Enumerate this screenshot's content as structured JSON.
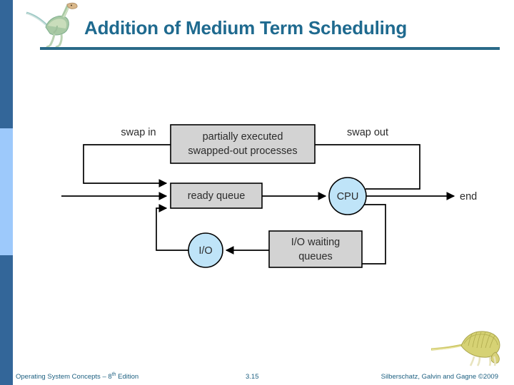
{
  "slide": {
    "title": "Addition of Medium Term Scheduling",
    "accent_color": "#1f6a8f",
    "rail_dark_color": "#336699",
    "rail_light_color": "#9dc9fb"
  },
  "logos": {
    "header_logo_name": "gallimimus-dinosaur-logo",
    "footer_logo_name": "dimetrodon-dinosaur-logo"
  },
  "diagram": {
    "type": "flowchart",
    "nodes": [
      {
        "id": "swapped",
        "shape": "rect",
        "label_line1": "partially executed",
        "label_line2": "swapped-out processes",
        "fill": "#d3d3d3"
      },
      {
        "id": "ready",
        "shape": "rect",
        "label_line1": "ready queue",
        "label_line2": "",
        "fill": "#d3d3d3"
      },
      {
        "id": "iowait",
        "shape": "rect",
        "label_line1": "I/O waiting",
        "label_line2": "queues",
        "fill": "#d3d3d3"
      },
      {
        "id": "cpu",
        "shape": "circle",
        "label_line1": "CPU",
        "label_line2": "",
        "fill": "#bfe4f8"
      },
      {
        "id": "io",
        "shape": "circle",
        "label_line1": "I/O",
        "label_line2": "",
        "fill": "#bfe4f8"
      }
    ],
    "edge_labels": {
      "swap_in": "swap in",
      "swap_out": "swap out",
      "end": "end"
    }
  },
  "footer": {
    "left_text_pre": "Operating System Concepts – 8",
    "left_text_sup": "th",
    "left_text_post": " Edition",
    "page_number": "3.15",
    "credit": "Silberschatz, Galvin and Gagne ©2009"
  }
}
